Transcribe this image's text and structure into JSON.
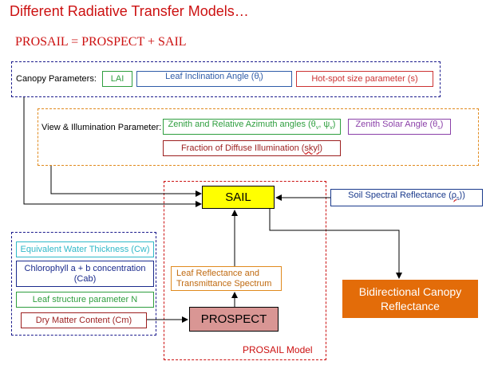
{
  "title": "Different Radiative Transfer Models…",
  "equation": "PROSAIL = PROSPECT + SAIL",
  "canopy": {
    "label": "Canopy Parameters:",
    "lai": "LAI",
    "leaf_angle_prefix": "Leaf Inclination Angle (θ",
    "leaf_angle_sub": "l",
    "leaf_angle_suffix": ")",
    "hotspot": "Hot-spot size parameter (s)"
  },
  "view": {
    "label": "View & Illumination Parameter:",
    "zenith_rel_prefix": "Zenith and Relative Azimuth angles (θ",
    "zenith_rel_sub1": "v",
    "zenith_rel_mid": ", ψ",
    "zenith_rel_sub2": "v",
    "zenith_rel_suffix": ")",
    "solar_prefix": "Zenith Solar Angle (θ",
    "solar_sub": "s",
    "solar_suffix": ")",
    "diffuse_prefix": "Fraction of Diffuse Illumination (",
    "diffuse_word": "skyl",
    "diffuse_suffix": ")"
  },
  "sail": "SAIL",
  "soil_prefix": "Soil Spectral Reflectance (",
  "soil_rho": "ρ",
  "soil_sub": "s",
  "soil_suffix": "))",
  "leaf": {
    "ewt": "Equivalent Water Thickness (Cw)",
    "chl": "Chlorophyll a + b concentration (Cab)",
    "n": "Leaf structure parameter N",
    "dm": "Dry Matter Content (Cm)"
  },
  "leaf_spectrum": "Leaf Reflectance and Transmittance Spectrum",
  "prospect": "PROSPECT",
  "prosail_label": "PROSAIL Model",
  "output": "Bidirectional Canopy Reflectance",
  "colors": {
    "title": "#cc1111",
    "canopy_frame": "#1a1a8c",
    "view_frame": "#e08a1e",
    "prosail_frame": "#cc1111",
    "leaf_frame": "#1a1a8c",
    "green": "#2e9e3e",
    "blue": "#2f5ca8",
    "red": "#cc3333",
    "purple": "#8a3fa8",
    "dark_red": "#9c1f1f",
    "sail_fill": "#ffff00",
    "prospect_fill": "#d99694",
    "output_fill": "#e36c09",
    "cyan": "#2fb8c8",
    "navy": "#1a2a8c"
  }
}
